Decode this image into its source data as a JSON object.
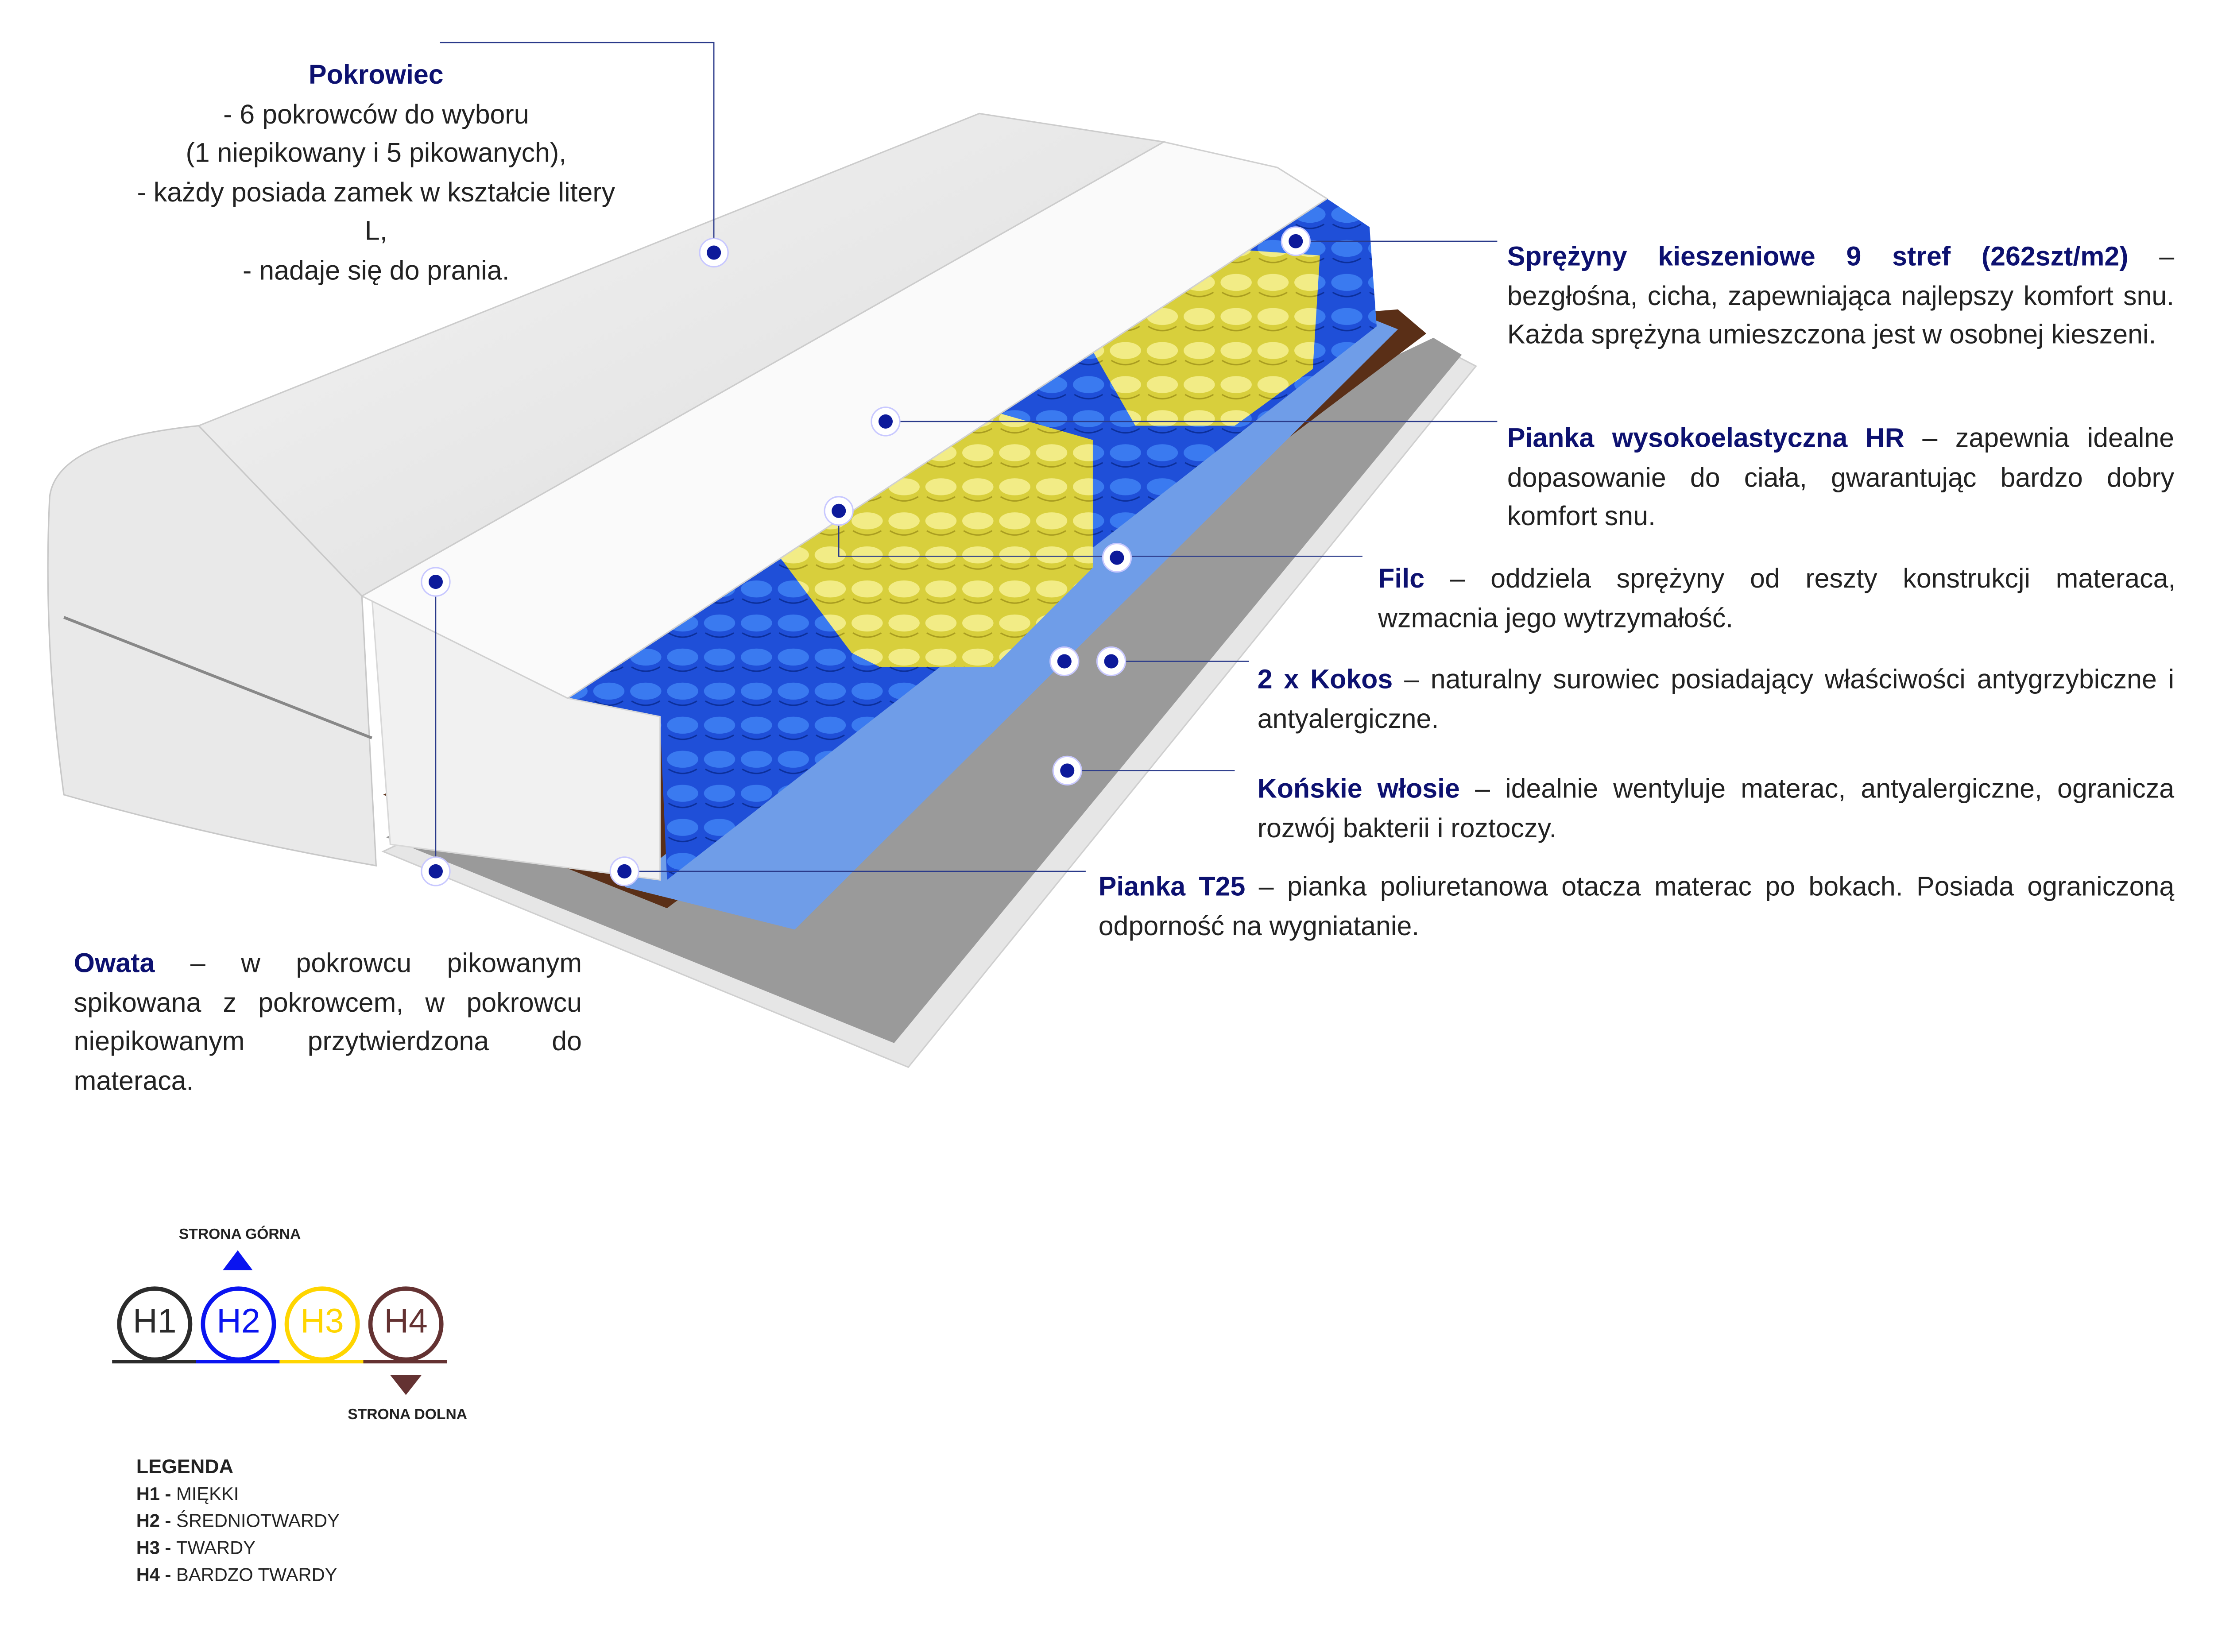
{
  "pokrowiec": {
    "title": "Pokrowiec",
    "lines": [
      "- 6 pokrowców do wyboru",
      "(1 niepikowany i 5 pikowanych),",
      "-  każdy posiada zamek w kształcie litery L,",
      "- nadaje się do prania."
    ]
  },
  "sprezyny": {
    "title": "Sprężyny kieszeniowe 9 stref (262szt/m2)",
    "text": " – bezgłośna, cicha, zapewniająca najlepszy komfort snu. Każda sprężyna umieszczona jest w osobnej kieszeni."
  },
  "pianka_hr": {
    "title": "Pianka wysokoelastyczna HR",
    "text": " – zapewnia idealne dopasowanie do ciała, gwarantując bardzo dobry komfort snu."
  },
  "filc": {
    "title": "Filc",
    "text": " – oddziela sprężyny od reszty konstrukcji materaca, wzmacnia jego wytrzymałość."
  },
  "kokos": {
    "title": "2 x Kokos",
    "text": " – naturalny surowiec posiadający właściwości antygrzybiczne i antyalergiczne."
  },
  "wlosie": {
    "title": "Końskie włosie",
    "text": " – idealnie wentyluje materac, antyalergiczne, ogranicza rozwój bakterii i roztoczy."
  },
  "t25": {
    "title": "Pianka T25",
    "text": " – pianka poliuretanowa otacza materac po bokach. Posiada ograniczoną odporność na wygniatanie."
  },
  "owata": {
    "title": "Owata",
    "text": " – w pokrowcu pikowanym spikowana z pokrowcem, w pokrowcu niepikowanym przytwierdzona do materaca."
  },
  "hardness": {
    "top_label": "STRONA GÓRNA",
    "bottom_label": "STRONA DOLNA",
    "items": [
      {
        "code": "H1",
        "color": "#2b2b2b"
      },
      {
        "code": "H2",
        "color": "#0a14f0"
      },
      {
        "code": "H3",
        "color": "#ffd500"
      },
      {
        "code": "H4",
        "color": "#643232"
      }
    ]
  },
  "legend": {
    "title": "LEGENDA",
    "rows": [
      {
        "code": "H1",
        "sep": " - ",
        "label": "MIĘKKI"
      },
      {
        "code": "H2",
        "sep": " - ",
        "label": "ŚREDNIOTWARDY"
      },
      {
        "code": "H3",
        "sep": " - ",
        "label": "TWARDY"
      },
      {
        "code": "H4",
        "sep": " - ",
        "label": "BARDZO TWARDY"
      }
    ]
  }
}
